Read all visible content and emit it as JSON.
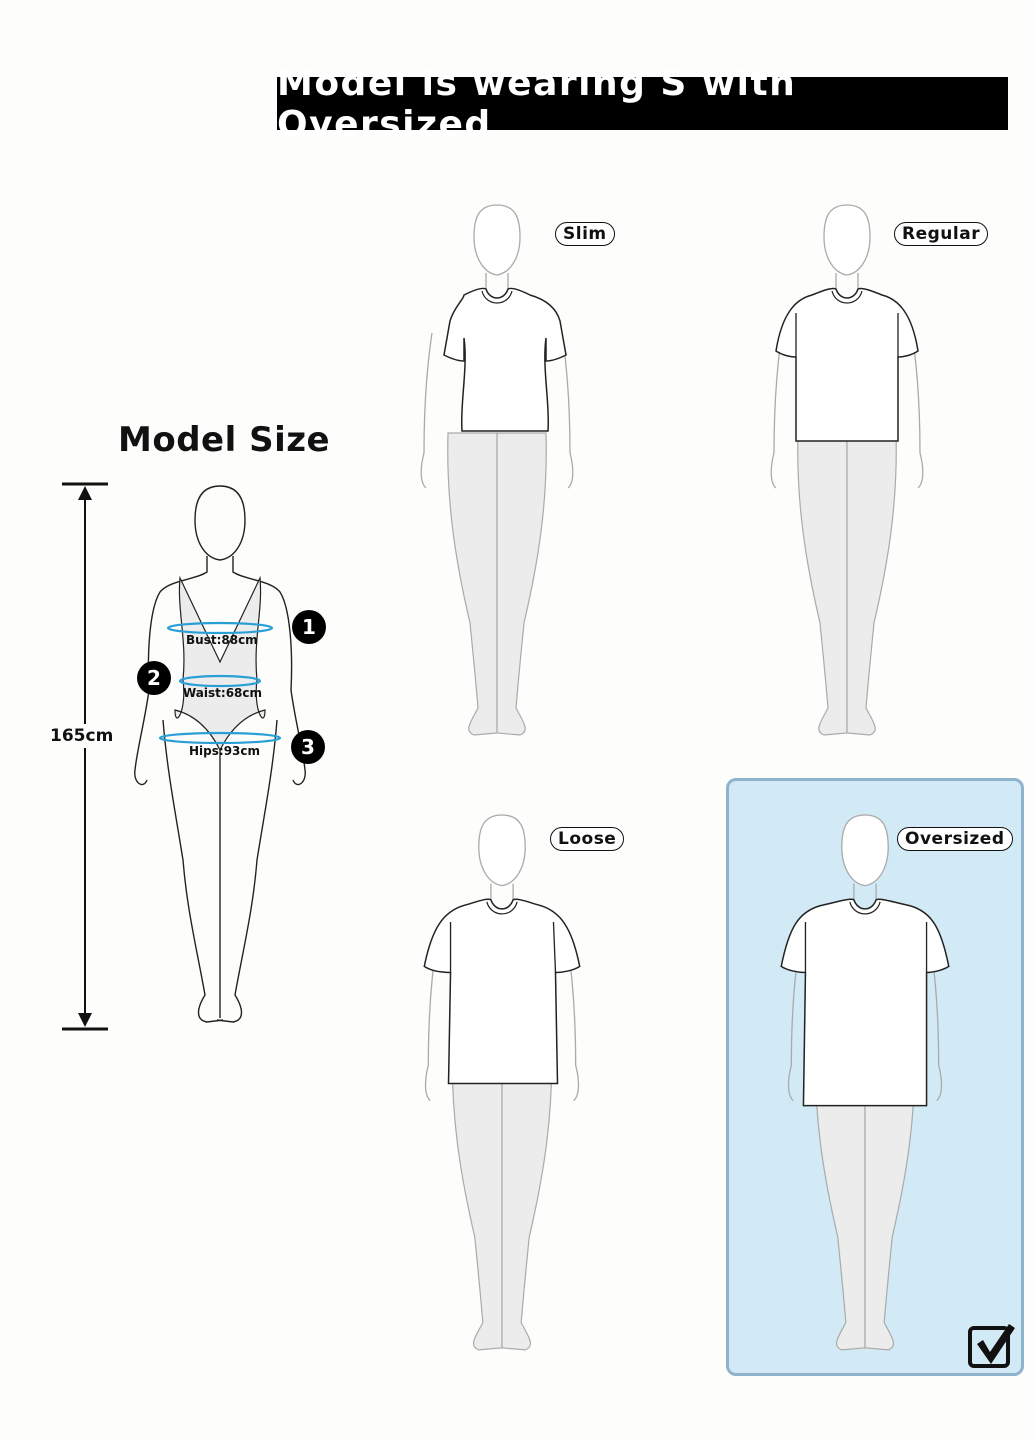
{
  "banner": {
    "text": "Model is wearing S with Oversized"
  },
  "model": {
    "title": "Model Size",
    "height": "165cm",
    "measurements": [
      {
        "index": "1",
        "label": "Bust:88cm"
      },
      {
        "index": "2",
        "label": "Waist:68cm"
      },
      {
        "index": "3",
        "label": "Hips:93cm"
      }
    ]
  },
  "fits": [
    {
      "label": "Slim",
      "selected": false
    },
    {
      "label": "Regular",
      "selected": false
    },
    {
      "label": "Loose",
      "selected": false
    },
    {
      "label": "Oversized",
      "selected": true
    }
  ],
  "selected_indicator": {
    "icon": "checkbox-checked-icon"
  },
  "colors": {
    "banner_bg": "#000000",
    "highlight_bg": "#d2e9f6",
    "highlight_border": "#8fb2cd",
    "measure_line": "#2a9fd6",
    "legging_fill": "#ececec"
  }
}
